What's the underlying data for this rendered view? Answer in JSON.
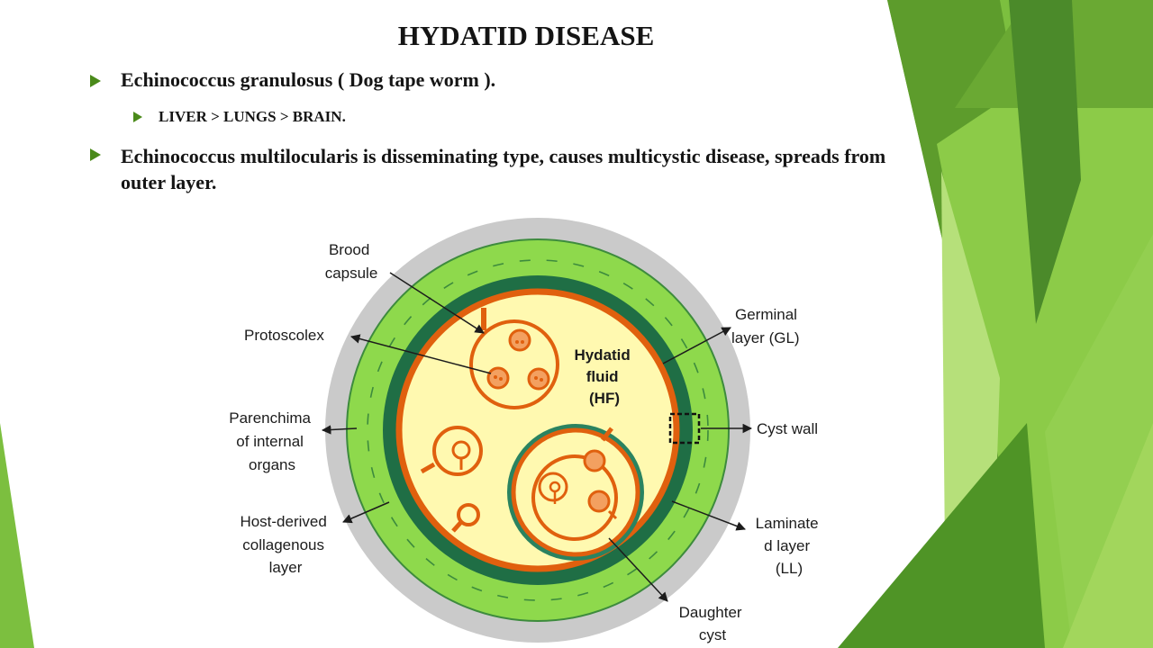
{
  "slide": {
    "title": "HYDATID DISEASE",
    "bullets": [
      "Echinococcus granulosus ( Dog tape worm ).",
      "LIVER > LUNGS  > BRAIN.",
      "Echinococcus multilocularis is disseminating type, causes multicystic disease, spreads from outer layer."
    ],
    "bullet_icon": "triangle-bullet-icon"
  },
  "diagram": {
    "center_label": [
      "Hydatid",
      "fluid",
      "(HF)"
    ],
    "labels": {
      "brood_capsule": [
        "Brood",
        "capsule"
      ],
      "protoscolex": "Protoscolex",
      "parenchima": [
        "Parenchima",
        "of internal",
        "organs"
      ],
      "host_layer": [
        "Host-derived",
        "collagenous",
        "layer"
      ],
      "germinal": [
        "Germinal",
        "layer (GL)"
      ],
      "cyst_wall": "Cyst wall",
      "laminated": [
        "Laminate",
        "d layer",
        "(LL)"
      ],
      "daughter": [
        "Daughter",
        "cyst"
      ]
    }
  },
  "colors": {
    "accent_green": "#4a8a1a",
    "light_green": "#8ed94c",
    "dark_green": "#1f6e45",
    "orange": "#e0600e",
    "fluid": "#fff9b0",
    "gray_ring": "#cacaca"
  }
}
